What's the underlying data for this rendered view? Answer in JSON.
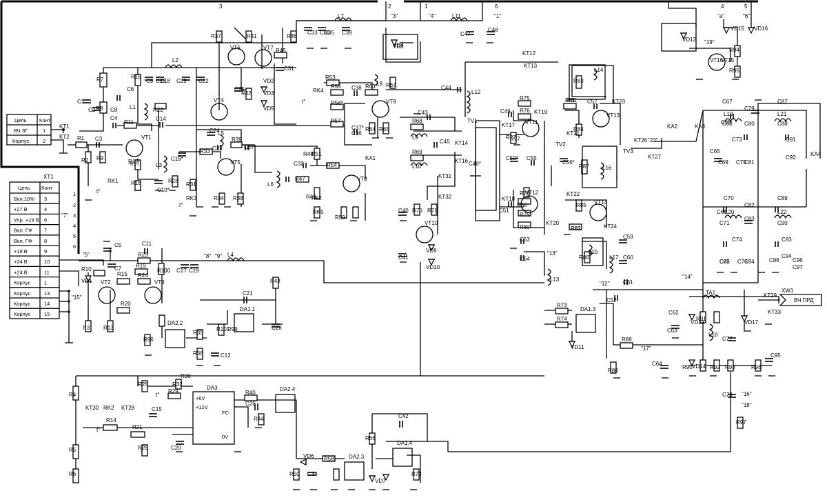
{
  "xt1": {
    "title": "ХТ1",
    "headers": [
      "Цепь",
      "Конт"
    ],
    "rows": [
      [
        "Вкл.10%",
        "3",
        "1"
      ],
      [
        "+27 В",
        "4",
        "2"
      ],
      [
        "Упр. +19 В",
        "6",
        "3"
      ],
      [
        "Вкл. ГФ",
        "7",
        "4"
      ],
      [
        "Вкл. ГФ",
        "8",
        "5"
      ],
      [
        "+19 В",
        "9",
        "6"
      ],
      [
        "+24 В",
        "10",
        ""
      ],
      [
        "+24 В",
        "11",
        ""
      ],
      [
        "Корпус",
        "1",
        ""
      ],
      [
        "Корпус",
        "13",
        ""
      ],
      [
        "Корпус",
        "14",
        ""
      ],
      [
        "Корпус",
        "15",
        ""
      ]
    ]
  },
  "input_block": {
    "headers": [
      "Цепь",
      "Конт"
    ],
    "rows": [
      [
        "ВЧ ЗГ",
        "1"
      ],
      [
        "Корпус",
        "2"
      ]
    ]
  },
  "output_block": {
    "label": "ВЧ ПРД",
    "connector": "XW1"
  },
  "top_pins": [
    "3",
    "2",
    "1",
    "6",
    "4",
    "5"
  ],
  "quoted_nodes": [
    "\"3\"",
    "\"4\"",
    "\"1\"",
    "\"a\"",
    "\"6\"",
    "\"19\"",
    "\"7\"",
    "\"22\"",
    "\"13\"",
    "\"12\"",
    "\"14\"",
    "\"16\"",
    "\"17\"",
    "\"8\"",
    "\"9\"",
    "\"5\"",
    "\"15\"",
    "\"18\""
  ],
  "resistors": [
    "R1",
    "R2",
    "R3",
    "R4",
    "R5",
    "R6",
    "R7",
    "R8",
    "R9",
    "R10",
    "R11",
    "R12",
    "R13",
    "R14",
    "R15",
    "R16",
    "R17",
    "R18",
    "R19",
    "R20",
    "R21",
    "R22",
    "R23",
    "R24",
    "R25",
    "R26",
    "R27",
    "R28",
    "R29",
    "R30",
    "R31",
    "R32",
    "R33",
    "R34",
    "R35",
    "R36",
    "R37",
    "R38",
    "R39",
    "R40",
    "R41",
    "R42",
    "R43",
    "R44",
    "R45",
    "R46",
    "R47",
    "R48*",
    "R49",
    "R50",
    "R51",
    "R52",
    "R53",
    "R54",
    "R55",
    "R56*",
    "R57",
    "R58",
    "R59",
    "R60",
    "R61",
    "R62",
    "R63",
    "R64",
    "R65",
    "R66",
    "R67",
    "R68",
    "R69",
    "R70",
    "R71",
    "R72",
    "R73",
    "R74",
    "R75",
    "R76",
    "R77",
    "R78",
    "R79",
    "R80",
    "R81",
    "R82",
    "R83",
    "R84",
    "R85",
    "R86",
    "R87",
    "R88",
    "R89",
    "R90",
    "R91",
    "R92",
    "R93",
    "R94",
    "R95",
    "R96",
    "R97",
    "R98",
    "R99",
    "R100",
    "R101"
  ],
  "capacitors": [
    "C1",
    "C2",
    "C3",
    "C4",
    "C5",
    "C6",
    "C7",
    "C8",
    "C9",
    "C10*",
    "C11",
    "C12",
    "C13",
    "C14",
    "C15",
    "C16*",
    "C17",
    "C18",
    "C19",
    "C20",
    "C21",
    "C22",
    "C23",
    "C24",
    "C25",
    "C26",
    "C27",
    "C28",
    "C29",
    "C30",
    "C31",
    "C32",
    "C33",
    "C34",
    "C35",
    "C36",
    "C37*",
    "C38",
    "C39",
    "C40",
    "C41",
    "C42",
    "C43",
    "C44",
    "C45",
    "C46*",
    "C47",
    "C48",
    "C49",
    "C50*",
    "C51",
    "C52",
    "C53",
    "C54",
    "C55",
    "C56*",
    "C57",
    "C58",
    "C59",
    "C60",
    "C61",
    "C62",
    "C63",
    "C64",
    "C65",
    "C66",
    "C67",
    "C68",
    "C69",
    "C70",
    "C71",
    "C72",
    "C73",
    "C74",
    "C75",
    "C76",
    "C77",
    "C78",
    "C79",
    "C80",
    "C81",
    "C82",
    "C83",
    "C84",
    "C85",
    "C86",
    "C87",
    "C88",
    "C89",
    "C90",
    "C91",
    "C92",
    "C93",
    "C94",
    "C95",
    "C96",
    "C97"
  ],
  "inductors": [
    "L1",
    "L2",
    "L3",
    "L4",
    "L5",
    "L6",
    "L7",
    "L8",
    "L9",
    "L10",
    "L11",
    "L12",
    "L13",
    "L14",
    "L15",
    "L16",
    "L17",
    "L18",
    "L19",
    "L20",
    "L21",
    "L22"
  ],
  "transistors": [
    "VT1",
    "VT2",
    "VT3",
    "VT4",
    "VT5",
    "VT6",
    "VT7",
    "VT8",
    "VT9",
    "VT10",
    "VT11",
    "VT12",
    "VT13",
    "VT14",
    "VT15",
    "VT16"
  ],
  "diodes": [
    "VD1",
    "VD2",
    "VD3",
    "VD4",
    "VD5",
    "VD6",
    "VD7",
    "VD8",
    "VD9",
    "VD10",
    "VD11",
    "VD12",
    "VD13",
    "VD14",
    "VD15",
    "VD16",
    "VD17"
  ],
  "test_points": [
    "KT1",
    "KT2",
    "KT12",
    "KT13",
    "KT14",
    "KT16",
    "KT17",
    "KT18",
    "KT19",
    "KT20",
    "KT21",
    "KT22",
    "KT23",
    "KT24",
    "KT26",
    "KT27",
    "KT28",
    "KT29",
    "KT30",
    "KT31",
    "KT32",
    "KT33"
  ],
  "relays": [
    "KA1",
    "KA2",
    "KA3",
    "KA4"
  ],
  "transformers": [
    "TV1",
    "TV2",
    "TV3",
    "TA1"
  ],
  "thermistors": [
    "RK1",
    "RK2",
    "RK3",
    "RK4",
    "RK5"
  ],
  "ics": {
    "da11": "DA1.1",
    "da13": "DA1.3",
    "da14": "DA1.4",
    "da22": "DA2.2",
    "da23": "DA2.3",
    "da24": "DA2.4",
    "da3": "DA3",
    "da3_pins": {
      "p6v": "+6V",
      "p12v": "+12V",
      "fc": "FC",
      "ov": "0V"
    }
  },
  "trig_label": "t°"
}
